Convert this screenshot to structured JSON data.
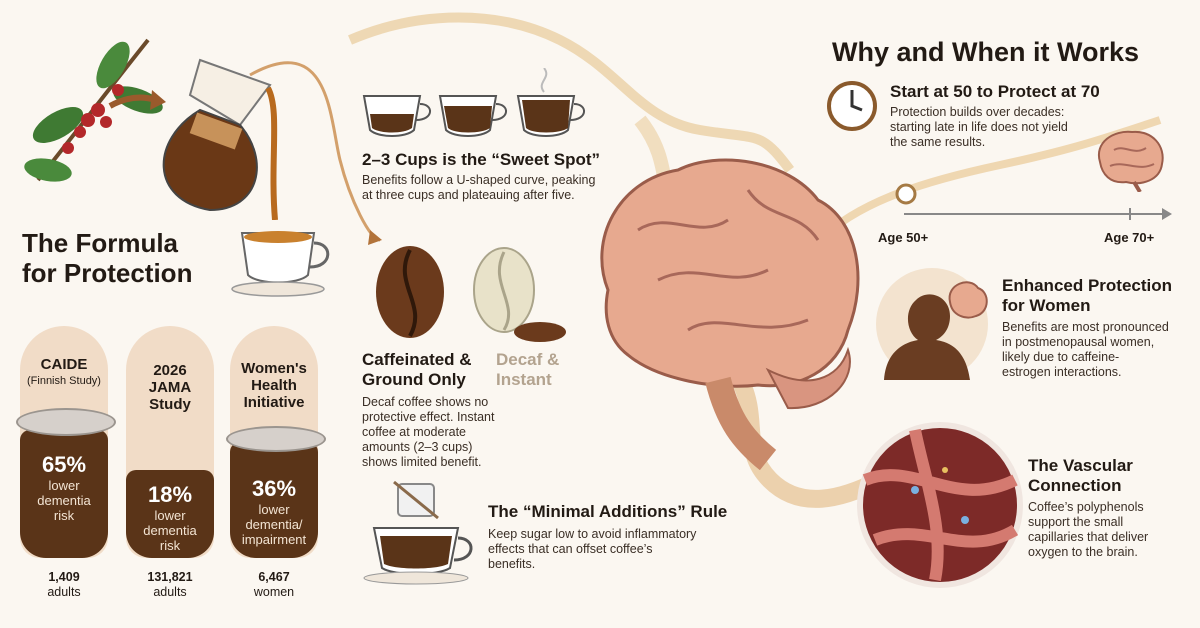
{
  "formula": {
    "line1": "The Formula",
    "line2": "for Protection"
  },
  "studies": [
    {
      "name": "CAIDE",
      "sub": "(Finnish Study)",
      "pct": "65%",
      "desc1": "lower",
      "desc2": "dementia",
      "desc3": "risk",
      "n": "1,409",
      "unit": "adults",
      "fill": 0.65
    },
    {
      "name1": "2026",
      "name2": "JAMA",
      "name3": "Study",
      "pct": "18%",
      "desc1": "lower",
      "desc2": "dementia",
      "desc3": "risk",
      "n": "131,821",
      "unit": "adults",
      "fill": 0.18
    },
    {
      "name1": "Women's",
      "name2": "Health",
      "name3": "Initiative",
      "pct": "36%",
      "desc1": "lower",
      "desc2": "dementia/",
      "desc3": "impairment",
      "n": "6,467",
      "unit": "women",
      "fill": 0.36
    }
  ],
  "sweet_spot": {
    "title": "2–3 Cups is the “Sweet Spot”",
    "line1": "Benefits follow a U-shaped curve, peaking",
    "line2": "at three cups and plateauing after five."
  },
  "caffeinated": {
    "line1": "Caffeinated &",
    "line2": "Ground Only",
    "body1": "Decaf coffee shows no",
    "body2": "protective effect. Instant",
    "body3": "coffee at moderate",
    "body4": "amounts (2–3 cups)",
    "body5": "shows limited benefit."
  },
  "decaf": {
    "line1": "Decaf &",
    "line2": "Instant"
  },
  "minimal": {
    "title": "The “Minimal Additions” Rule",
    "line1": "Keep sugar low to avoid inflammatory",
    "line2": "effects that can offset coffee’s",
    "line3": "benefits."
  },
  "why": {
    "title": "Why and When it Works"
  },
  "start": {
    "title": "Start at 50 to Protect at 70",
    "line1": "Protection builds over decades:",
    "line2": "starting late in life does not yield",
    "line3": "the same results.",
    "age_start": "Age 50+",
    "age_end": "Age 70+"
  },
  "women": {
    "line1": "Enhanced Protection",
    "line2": "for Women",
    "body1": "Benefits are most pronounced",
    "body2": "in postmenopausal women,",
    "body3": "likely due to caffeine-",
    "body4": "estrogen interactions."
  },
  "vascular": {
    "line1": "The Vascular",
    "line2": "Connection",
    "body1": "Coffee’s polyphenols",
    "body2": "support the small",
    "body3": "capillaries that deliver",
    "body4": "oxygen to the brain."
  },
  "colors": {
    "coffee": "#5a3418",
    "bean": "#6b3a1c",
    "brain": "#e7a98f",
    "cream": "#f3e3cf",
    "gold": "#d7a45c"
  }
}
